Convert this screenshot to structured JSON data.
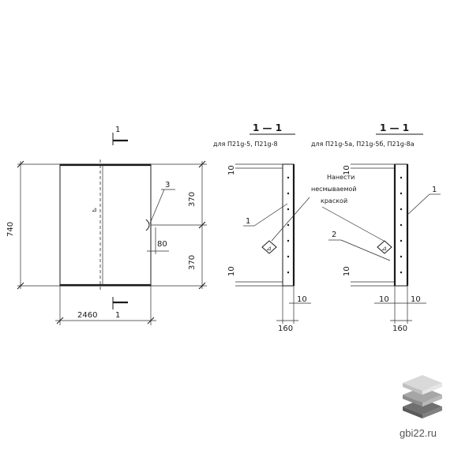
{
  "colors": {
    "ink": "#1a1a1a",
    "paper": "#ffffff",
    "logo_top": "#d9d9d9",
    "logo_mid": "#a6a6a6",
    "logo_bottom": "#707070",
    "site_text": "#555555"
  },
  "plan": {
    "section_mark": "1",
    "dim_height_total": "740",
    "dim_width_total": "2460",
    "dim_upper_half": "370",
    "dim_lower_half": "370",
    "dim_offset": "80",
    "callout_3": "3"
  },
  "section_left": {
    "title": "1 — 1",
    "caption": "для П21g-5, П21g-8",
    "dim_top": "10",
    "dim_bottom": "10",
    "dim_right": "10",
    "dim_width": "160",
    "callout_1": "1"
  },
  "section_right": {
    "title": "1 — 1",
    "caption": "для П21g-5а, П21g-5б, П21g-8а",
    "dim_top": "10",
    "dim_bottom": "10",
    "dim_left": "10",
    "dim_right": "10",
    "dim_width": "160",
    "callout_1": "1",
    "callout_2": "2"
  },
  "note": {
    "line1": "Нанести",
    "line2": "несмываемой",
    "line3": "краской"
  },
  "watermark": {
    "text": "gbi22.ru",
    "logo_icon": "stacked-slabs-icon"
  }
}
